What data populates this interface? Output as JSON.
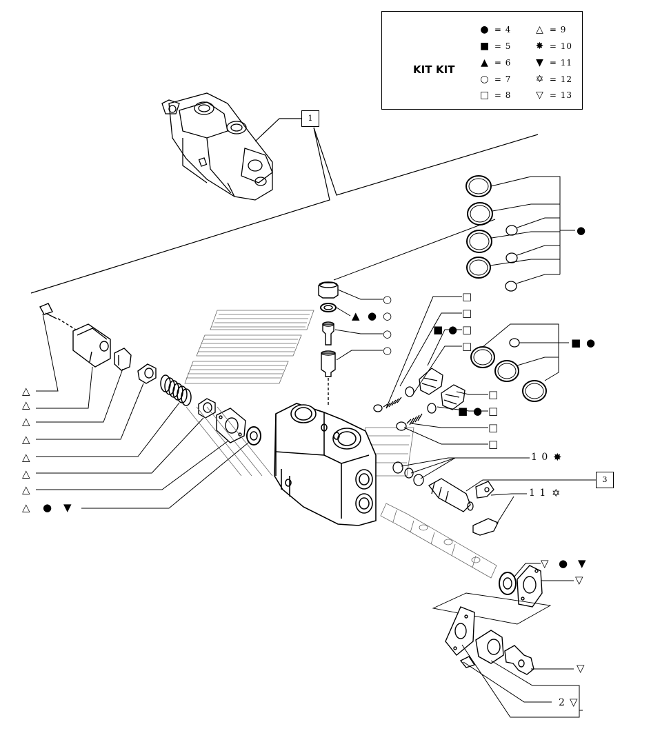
{
  "legend": {
    "kit_label_left": "KIT",
    "kit_label_right": "KIT",
    "entries": [
      {
        "symbol": "●",
        "text": "= 4"
      },
      {
        "symbol": "■",
        "text": "= 5"
      },
      {
        "symbol": "▲",
        "text": "= 6"
      },
      {
        "symbol": "○",
        "text": "= 7"
      },
      {
        "symbol": "□",
        "text": "= 8"
      },
      {
        "symbol": "△",
        "text": "= 9"
      },
      {
        "symbol": "✸",
        "text": "= 10"
      },
      {
        "symbol": "▼",
        "text": "= 11"
      },
      {
        "symbol": "✡",
        "text": "= 12"
      },
      {
        "symbol": "▽",
        "text": "= 13"
      }
    ]
  },
  "callouts": {
    "assembly": "1",
    "item3": "3",
    "item10": "1 0",
    "item11": "1 1",
    "item2": "2"
  },
  "symbols": {
    "filled_circle": "●",
    "filled_square": "■",
    "filled_triangle": "▲",
    "open_circle": "○",
    "open_square": "□",
    "open_triangle": "△",
    "star_filled": "✸",
    "star_open": "✡",
    "triangle_down_filled": "▼",
    "triangle_down_open": "▽"
  }
}
